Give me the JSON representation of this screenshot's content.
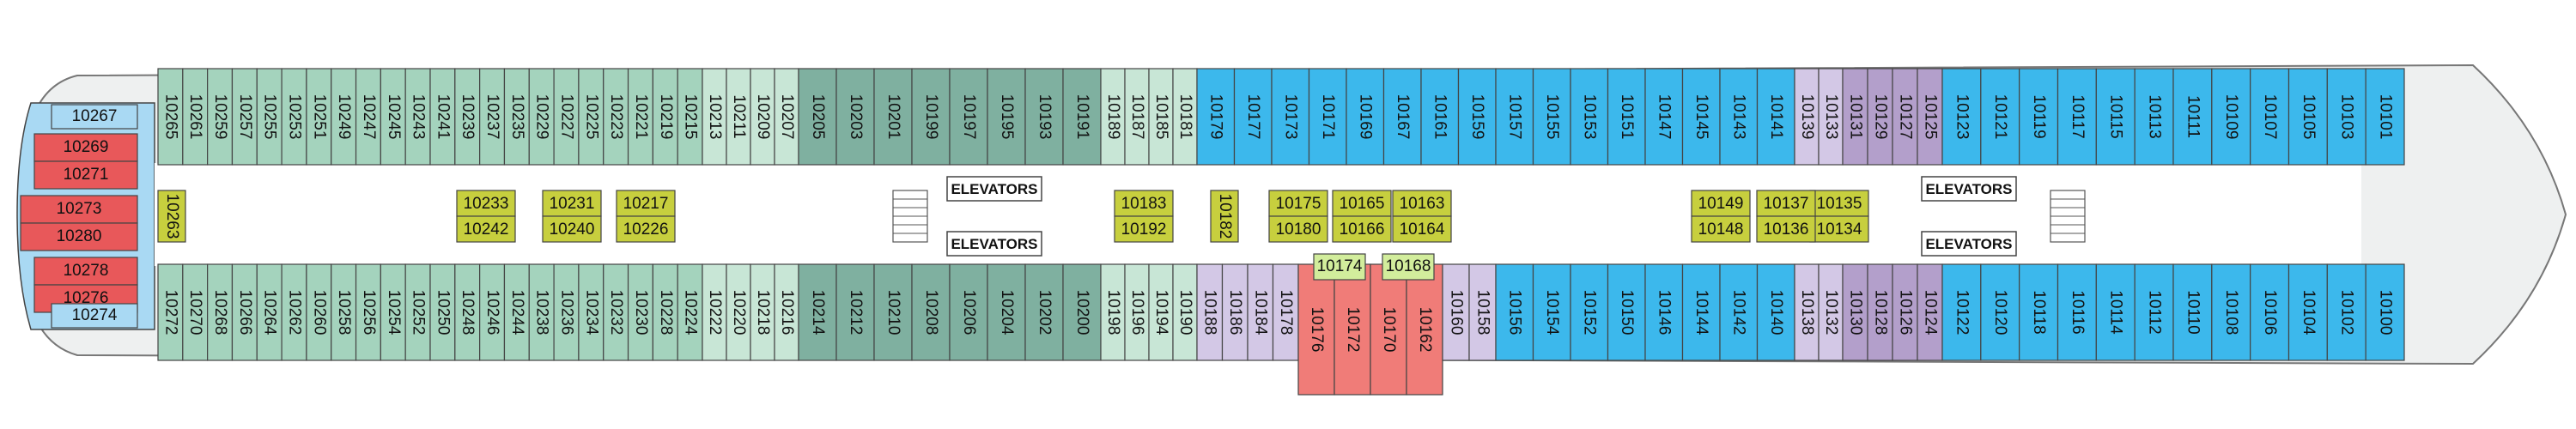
{
  "colors": {
    "blue": "#3cb8ec",
    "dark_green": "#7fb0a0",
    "mid_green": "#a4d3bd",
    "light_green": "#c8e6d6",
    "purple": "#b39fcb",
    "lavender": "#d3c8e6",
    "red": "#e8585a",
    "light_blue": "#a9d9f3",
    "yellow": "#c7cf3e",
    "lime": "#d2ed9c",
    "salmon": "#f07c78",
    "corridor": "#ffffff",
    "hull_fill": "#eef0f0",
    "hull_line": "#777777",
    "cabin_border": "#444444",
    "text": "#111111"
  },
  "cabin_markers": {
    "accessible": "square",
    "connecting": "arrow",
    "suite": "diamond"
  },
  "port_cabins": {
    "blue_bow": [
      "10101",
      "10103",
      "10105",
      "10107",
      "10109",
      "10111",
      "10113",
      "10115",
      "10117",
      "10119",
      "10121",
      "10123"
    ],
    "purple_fwd": [
      "10125",
      "10127",
      "10129",
      "10131"
    ],
    "lavender_fwd": [
      "10133",
      "10139"
    ],
    "blue_mid": [
      "10141",
      "10143",
      "10145",
      "10147",
      "10151",
      "10153",
      "10155",
      "10157",
      "10159",
      "10161",
      "10167",
      "10169",
      "10171",
      "10173",
      "10177",
      "10179"
    ],
    "light_green_fwd": [
      "10181",
      "10185",
      "10187",
      "10189"
    ],
    "dark_green_mid": [
      "10191",
      "10193",
      "10195",
      "10197",
      "10199",
      "10201",
      "10203",
      "10205"
    ],
    "light_green_aft": [
      "10207",
      "10209",
      "10211",
      "10213"
    ],
    "mid_green_aft": [
      "10215",
      "10219",
      "10221",
      "10223",
      "10225",
      "10227",
      "10229",
      "10235",
      "10237",
      "10239",
      "10241",
      "10243",
      "10245",
      "10247",
      "10249",
      "10251",
      "10253",
      "10255",
      "10257",
      "10259",
      "10261",
      "10265"
    ]
  },
  "starboard_cabins": {
    "blue_bow": [
      "10100",
      "10102",
      "10104",
      "10106",
      "10108",
      "10110",
      "10112",
      "10114",
      "10116",
      "10118",
      "10120",
      "10122"
    ],
    "purple_fwd": [
      "10124",
      "10126",
      "10128",
      "10130"
    ],
    "lavender_fwd": [
      "10132",
      "10138"
    ],
    "blue_mid": [
      "10140",
      "10142",
      "10144",
      "10146",
      "10150",
      "10152",
      "10154",
      "10156"
    ],
    "lavender_mid": [
      "10158",
      "10160"
    ],
    "salmon_center": [
      "10162",
      "10170",
      "10172",
      "10176"
    ],
    "lavender_aft": [
      "10178",
      "10184",
      "10186",
      "10188"
    ],
    "light_green_fwd": [
      "10190",
      "10194",
      "10196",
      "10198"
    ],
    "dark_green_mid": [
      "10200",
      "10202",
      "10204",
      "10206",
      "10208",
      "10210",
      "10212",
      "10214"
    ],
    "light_green_aft": [
      "10216",
      "10218",
      "10220",
      "10222"
    ],
    "mid_green_aft": [
      "10224",
      "10228",
      "10230",
      "10232",
      "10234",
      "10236",
      "10238",
      "10244",
      "10246",
      "10248",
      "10250",
      "10252",
      "10254",
      "10256",
      "10258",
      "10260",
      "10262",
      "10264",
      "10266",
      "10268",
      "10270",
      "10272"
    ]
  },
  "inner_cabins": {
    "pairs": [
      [
        "10135",
        "10134"
      ],
      [
        "10137",
        "10136"
      ],
      [
        "10149",
        "10148"
      ],
      [
        "10163",
        "10164"
      ],
      [
        "10165",
        "10166"
      ],
      [
        "10175",
        "10180"
      ],
      [
        "10183",
        "10192"
      ],
      [
        "10217",
        "10226"
      ],
      [
        "10231",
        "10240"
      ],
      [
        "10233",
        "10242"
      ]
    ],
    "single_fwd": "10182",
    "single_aft": "10263"
  },
  "center_small": [
    "10174",
    "10168"
  ],
  "stern_cabins": {
    "top": "10267",
    "red_upper": [
      "10269",
      "10271"
    ],
    "red_mid": [
      "10273",
      "10280"
    ],
    "red_lower": [
      "10278",
      "10276"
    ],
    "bottom": "10274"
  },
  "labels": {
    "elevators_fwd_top": "ELEVATORS",
    "elevators_fwd_bottom": "ELEVATORS",
    "elevators_aft_top": "ELEVATORS",
    "elevators_aft_bottom": "ELEVATORS"
  }
}
